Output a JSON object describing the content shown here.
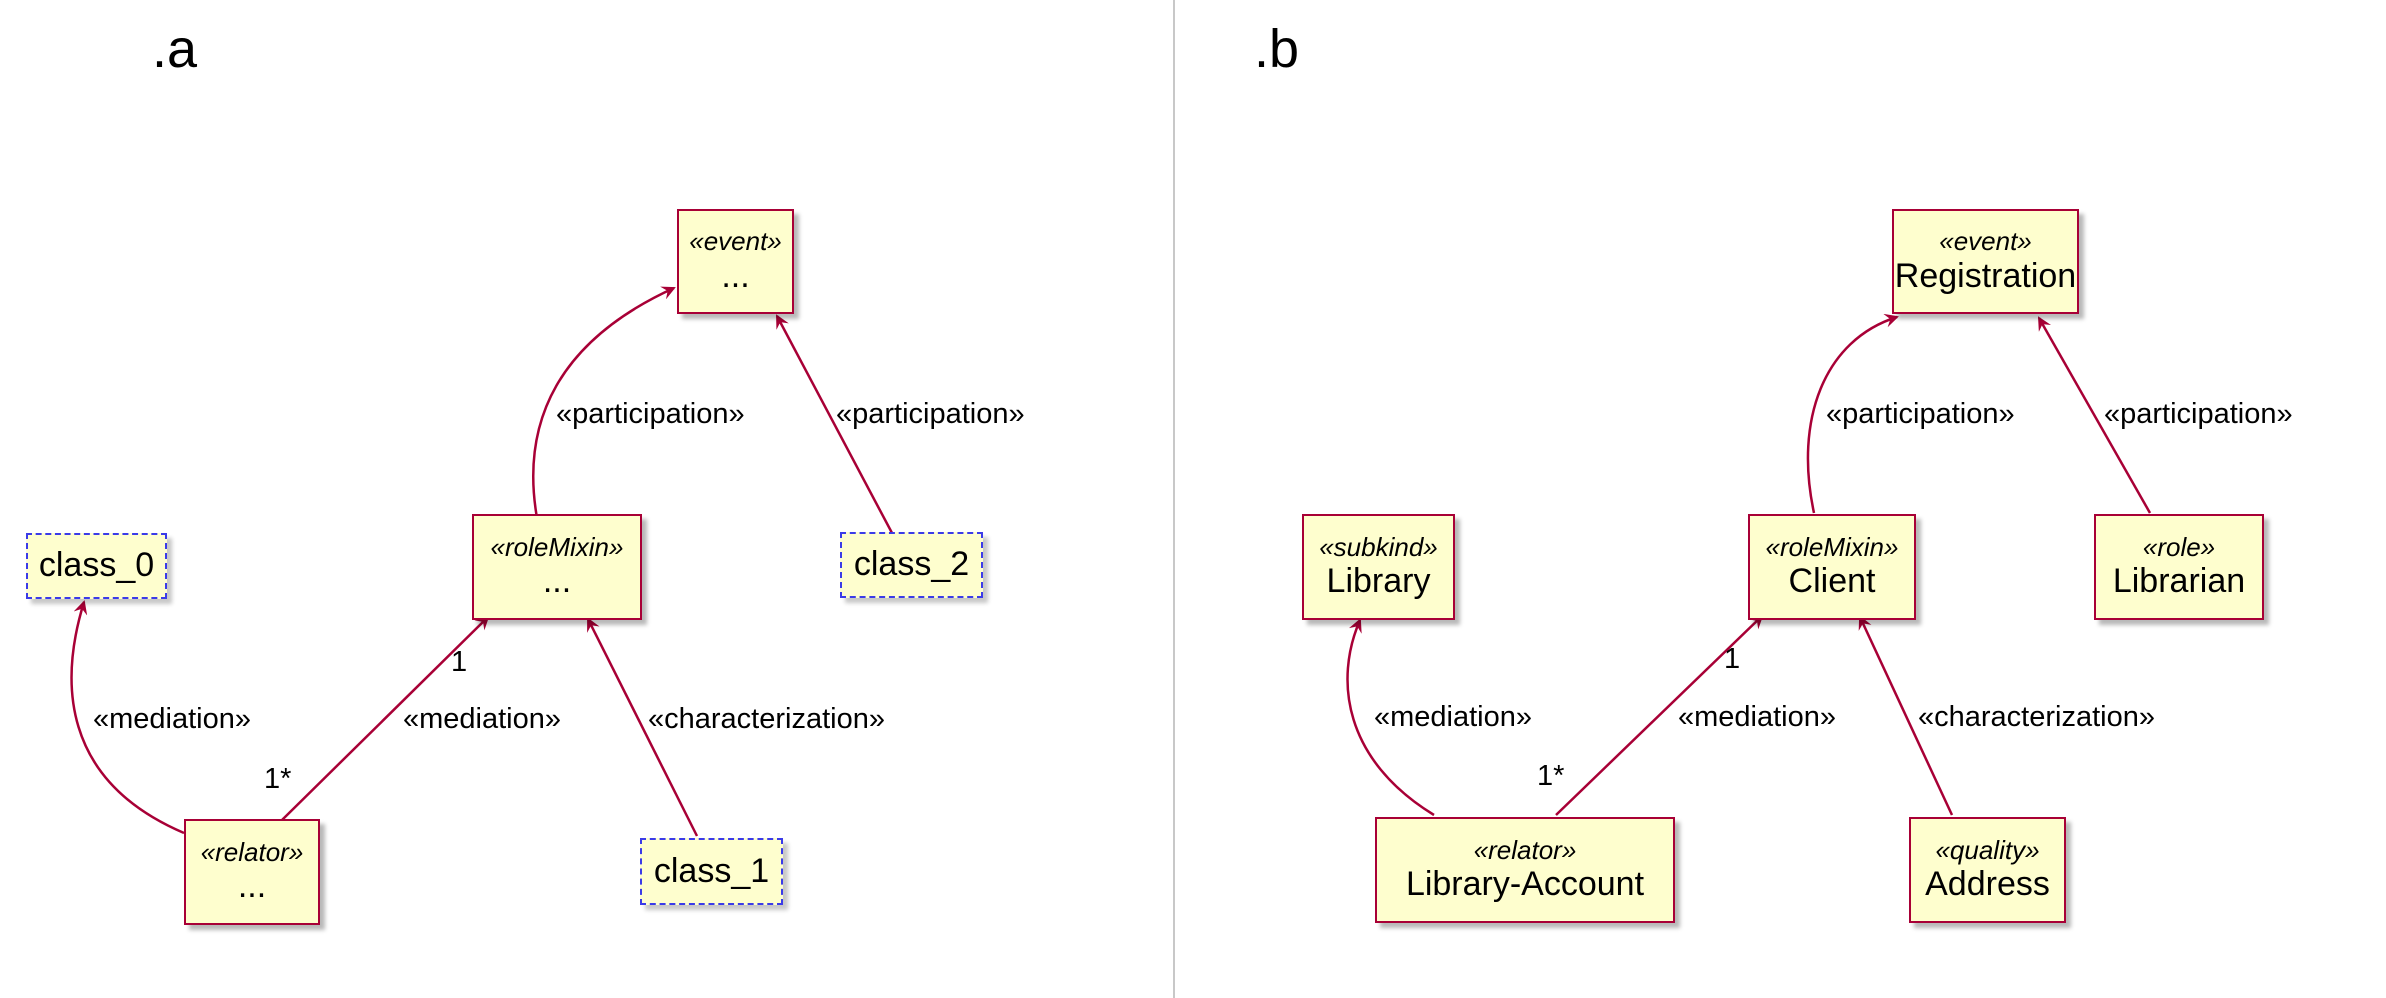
{
  "panels": [
    {
      "label": ".a",
      "nodes": {
        "event": {
          "stereotype": "«event»",
          "name": "..."
        },
        "rolemixin": {
          "stereotype": "«roleMixin»",
          "name": "..."
        },
        "relator": {
          "stereotype": "«relator»",
          "name": "..."
        },
        "class0": {
          "name": "class_0"
        },
        "class1": {
          "name": "class_1"
        },
        "class2": {
          "name": "class_2"
        }
      },
      "edges": {
        "participation_left": "«participation»",
        "participation_right": "«participation»",
        "mediation_left": "«mediation»",
        "mediation_right": "«mediation»",
        "characterization": "«characterization»"
      },
      "multiplicities": {
        "target": "1",
        "source": "1*"
      }
    },
    {
      "label": ".b",
      "nodes": {
        "event": {
          "stereotype": "«event»",
          "name": "Registration"
        },
        "rolemixin": {
          "stereotype": "«roleMixin»",
          "name": "Client"
        },
        "relator": {
          "stereotype": "«relator»",
          "name": "Library-Account"
        },
        "subkind": {
          "stereotype": "«subkind»",
          "name": "Library"
        },
        "quality": {
          "stereotype": "«quality»",
          "name": "Address"
        },
        "role": {
          "stereotype": "«role»",
          "name": "Librarian"
        }
      },
      "edges": {
        "participation_left": "«participation»",
        "participation_right": "«participation»",
        "mediation_left": "«mediation»",
        "mediation_right": "«mediation»",
        "characterization": "«characterization»"
      },
      "multiplicities": {
        "target": "1",
        "source": "1*"
      }
    }
  ],
  "colors": {
    "node_fill": "#fefece",
    "node_border": "#a80036",
    "edge": "#a80036",
    "placeholder_border": "#3b3be8"
  }
}
